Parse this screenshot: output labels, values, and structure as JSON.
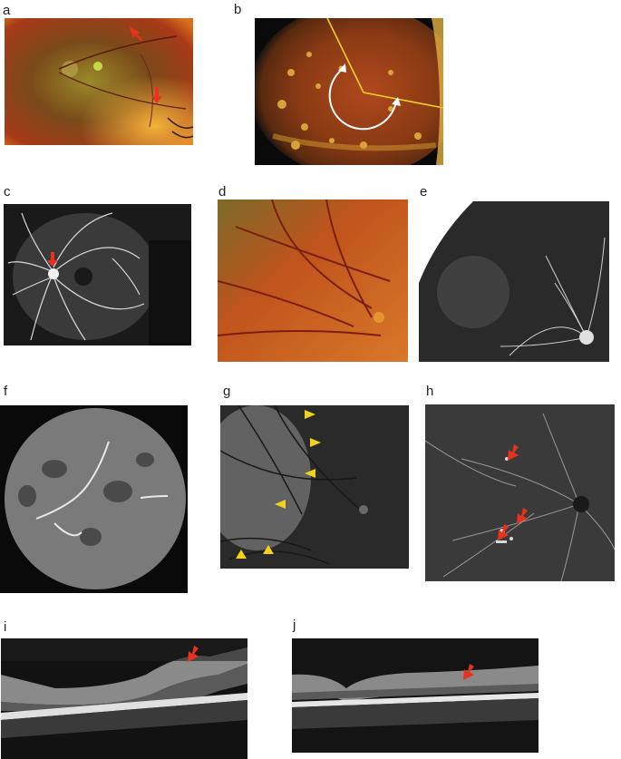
{
  "figure": {
    "panels": [
      {
        "label": "a",
        "kind": "color-fundus"
      },
      {
        "label": "b",
        "kind": "color-fundus"
      },
      {
        "label": "c",
        "kind": "fluorescein-angiogram"
      },
      {
        "label": "d",
        "kind": "color-fundus"
      },
      {
        "label": "e",
        "kind": "fluorescein-angiogram"
      },
      {
        "label": "f",
        "kind": "fluorescein-angiogram"
      },
      {
        "label": "g",
        "kind": "infrared-fundus"
      },
      {
        "label": "h",
        "kind": "fluorescein-angiogram"
      },
      {
        "label": "i",
        "kind": "oct-bscan"
      },
      {
        "label": "j",
        "kind": "oct-bscan"
      }
    ],
    "colors": {
      "arrow": "#e8321e",
      "arrowhead_marker": "#f2d21a",
      "sector_line": "#f0d12a",
      "sector_arc": "#ffffff"
    }
  }
}
